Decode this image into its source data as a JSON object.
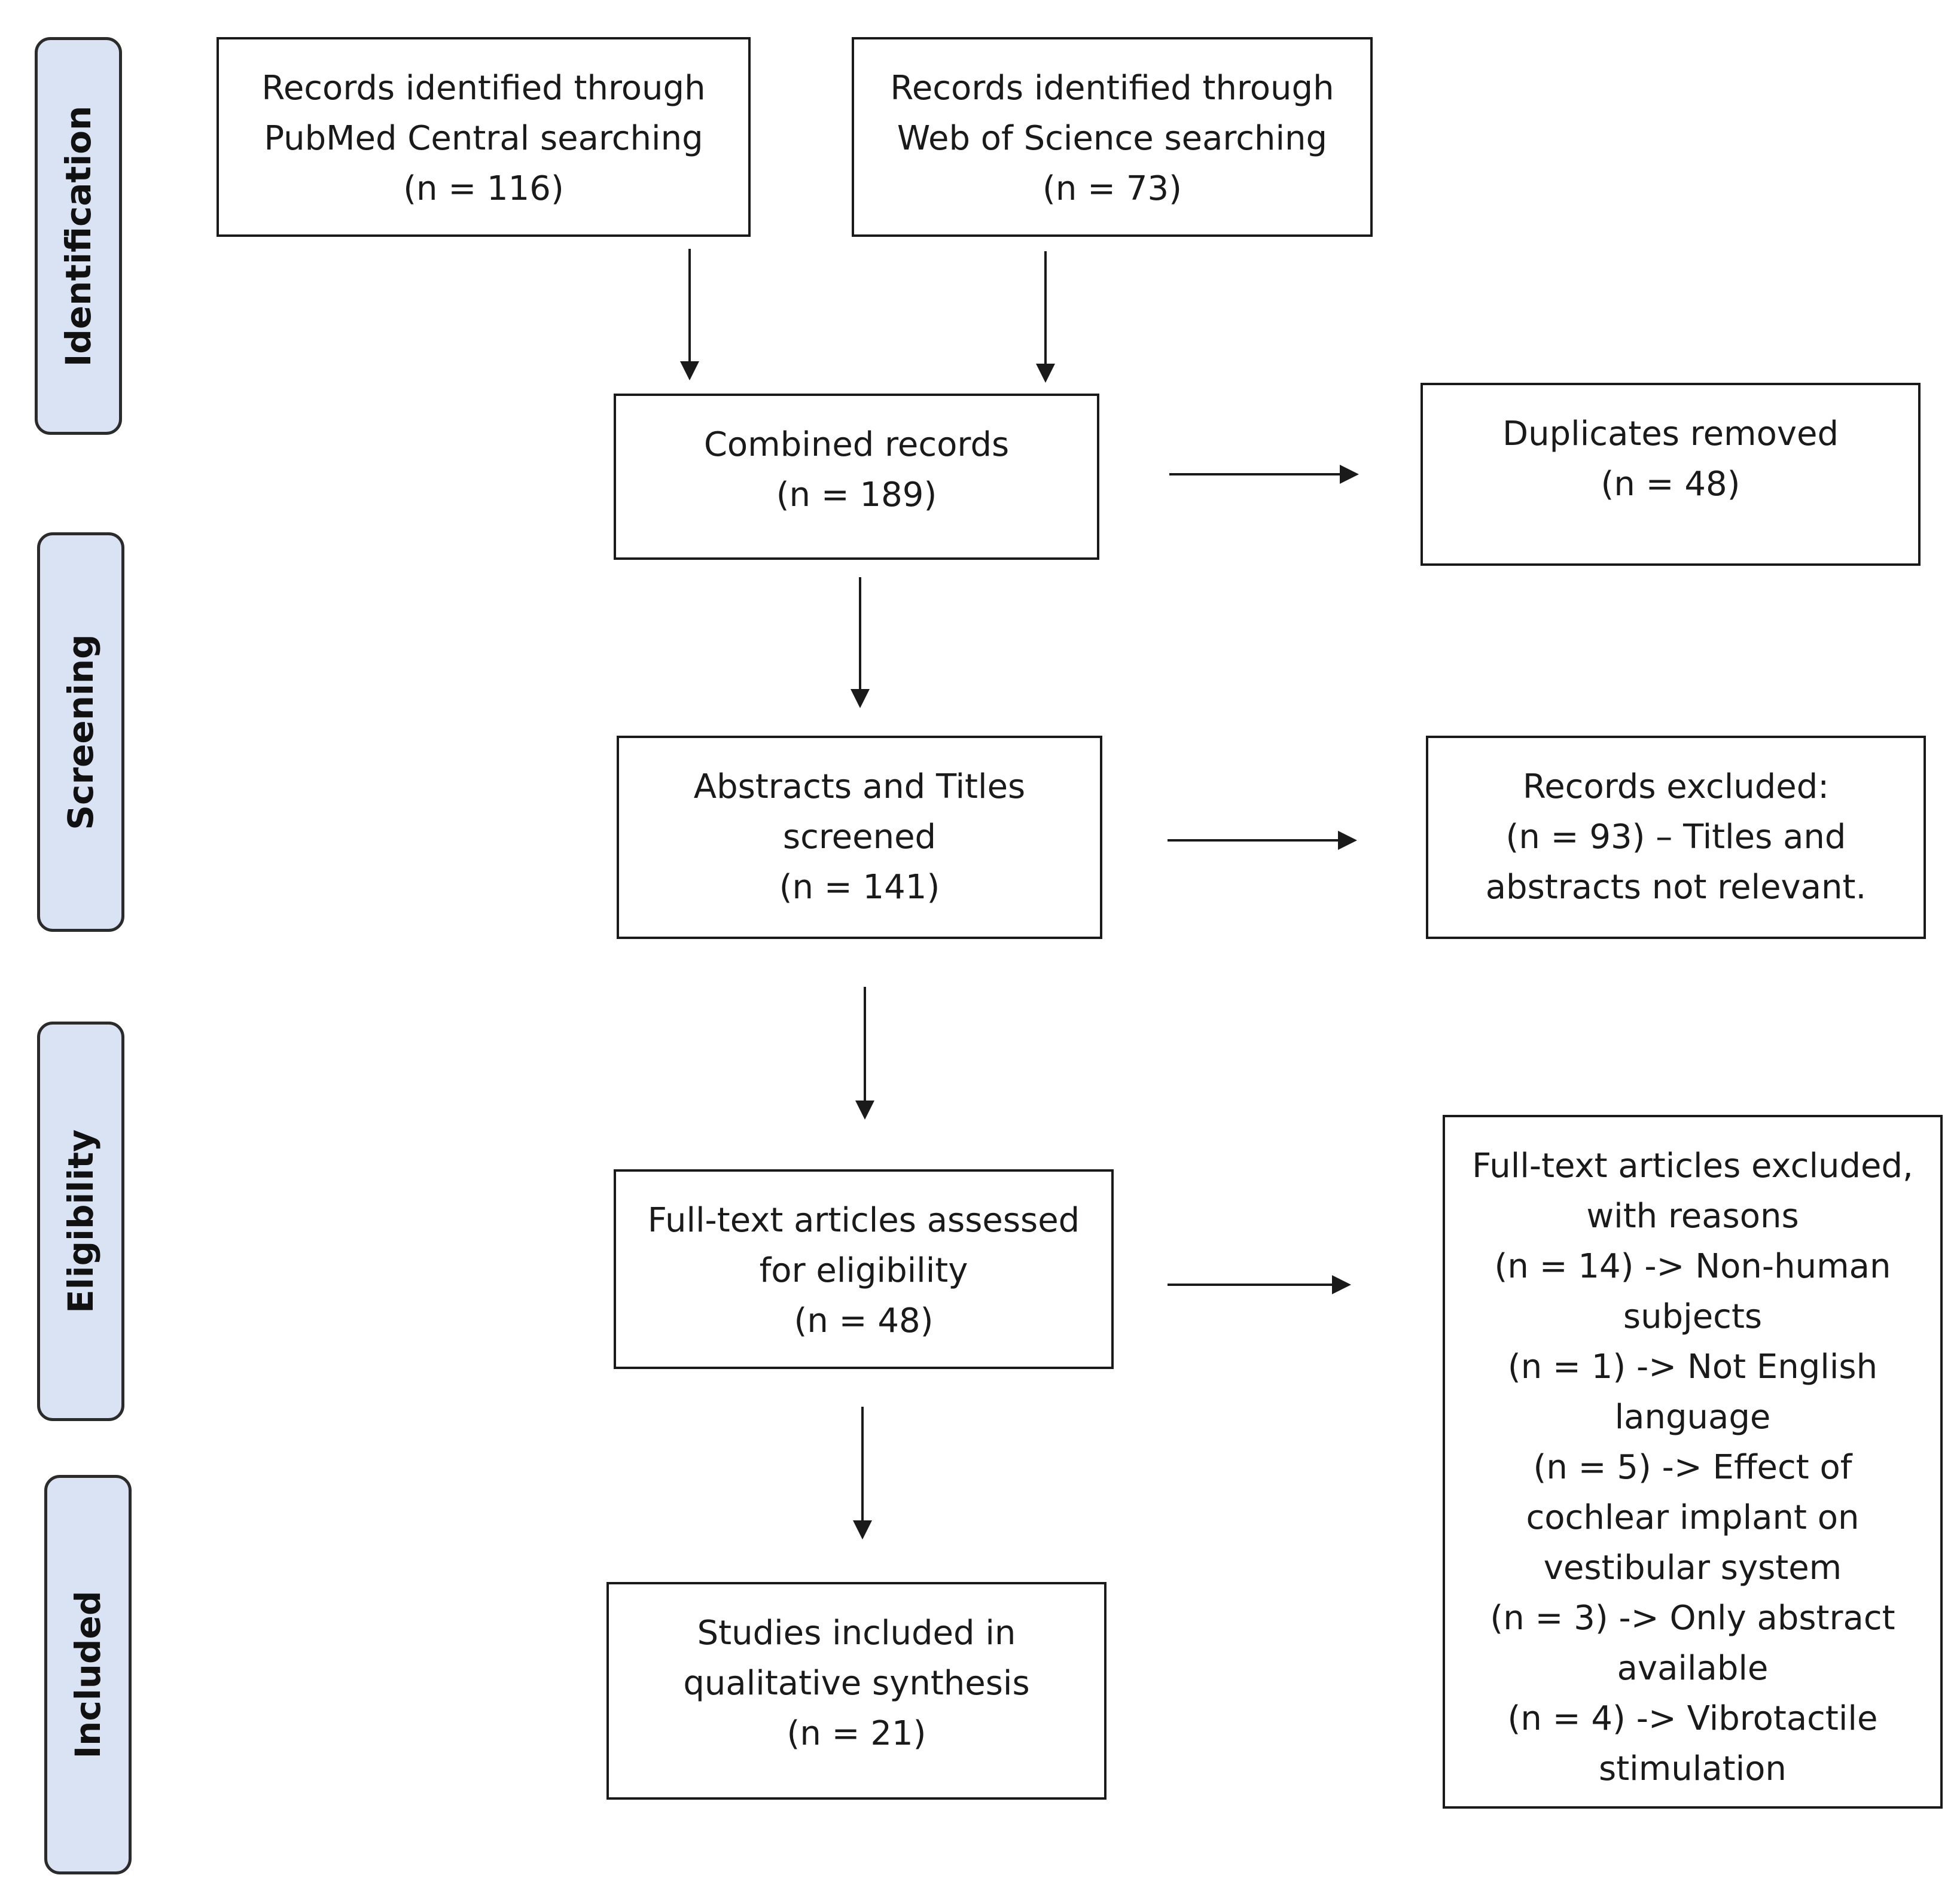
{
  "stages": {
    "identification": "Identification",
    "screening": "Screening",
    "eligibility": "Eligibility",
    "included": "Included"
  },
  "boxes": {
    "pubmed": {
      "lines": [
        "Records identified through",
        "PubMed Central searching",
        "(n = 116)"
      ]
    },
    "wos": {
      "lines": [
        "Records identified through",
        "Web of Science searching",
        "(n = 73)"
      ]
    },
    "combined": {
      "lines": [
        "Combined records",
        "(n = 189)"
      ]
    },
    "duplicates": {
      "lines": [
        "Duplicates removed",
        "(n = 48)"
      ]
    },
    "screened": {
      "lines": [
        "Abstracts and Titles",
        "screened",
        "(n = 141)"
      ]
    },
    "excluded_records": {
      "lines": [
        "Records excluded:",
        "(n = 93) – Titles and",
        "abstracts not relevant."
      ]
    },
    "fulltext": {
      "lines": [
        "Full-text articles assessed",
        "for eligibility",
        "(n = 48)"
      ]
    },
    "fulltext_excluded": {
      "lines": [
        "Full-text articles excluded,",
        "with reasons",
        "(n = 14) -> Non-human",
        "subjects",
        "(n = 1) -> Not English",
        "language",
        "(n = 5) -> Effect of",
        "cochlear implant on",
        "vestibular system",
        "(n = 3) -> Only abstract",
        "available",
        "(n = 4) -> Vibrotactile",
        "stimulation"
      ]
    },
    "included": {
      "lines": [
        "Studies included in",
        "qualitative synthesis",
        "(n = 21)"
      ]
    }
  }
}
